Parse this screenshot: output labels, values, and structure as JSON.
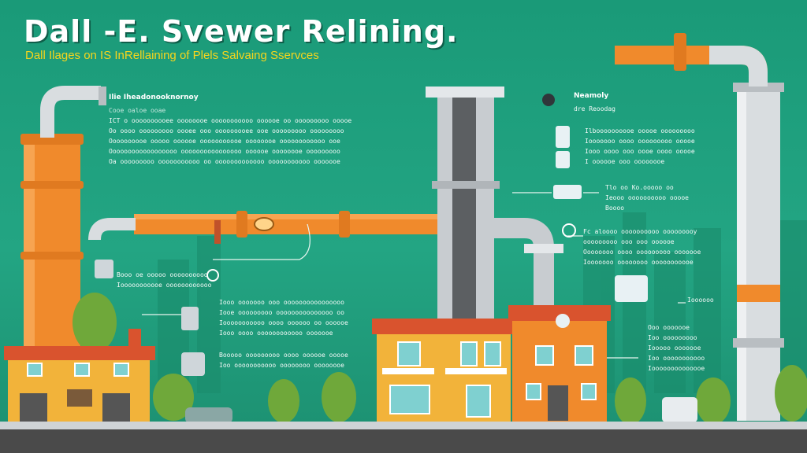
{
  "header": {
    "title": "Dall -E. Svewer Relining.",
    "subtitle": "Dall Ilages on IS InRellaining of Plels Salvaing Sservces"
  },
  "blocks": {
    "left_top": {
      "heading": "Ilie Iheadonooknornoy",
      "lines": [
        "Cooe oaloe ooae",
        "ICT o oooooooooee oooooooe ooooooooooo oooooe oo ooooooooo ooooe",
        "Oo oooo ooooooooo oooee ooo ooooooooee ooe ooooooooo ooooooooo",
        "Oooooooooe ooooo oooooe ooooooooooe oooooooe oooooooooooo ooe",
        "Oooooooooooooooooo oooooooooooooooo oooooe oooooooe ooooooooo",
        "Oa ooooooooo ooooooooooo oo ooooooooooooo ooooooooooo ooooooe"
      ]
    },
    "left_mid": {
      "heading": "",
      "lines": [
        "Booo oe ooooo oooooooooo",
        "Iooooooooooe oooooooooooo"
      ]
    },
    "center_mid": {
      "heading": "",
      "lines": [
        "Iooo ooooooo ooo oooooooooooooooo",
        "Iooe ooooooooo ooooooooooooooo oo",
        "Iooooooooooo oooo oooooo oo oooooe",
        "Iooo oooo oooooooooooo ooooooe"
      ]
    },
    "center_low": {
      "heading": "",
      "lines": [
        "Booooo ooooooooo oooo oooooe ooooe",
        "Ioo ooooooooooo oooooooo oooooooe"
      ]
    },
    "right_top": {
      "heading": "Neamoly",
      "lines": [
        "dre Reoodag"
      ]
    },
    "right_mid1": {
      "heading": "",
      "lines": [
        "Ilboooooooooe ooooe ooooooooo",
        "Iooooooo oooo ooooooooo ooooe",
        "Iooo oooo ooo oooe oooo ooooe",
        "I oooooe ooo oooooooe"
      ]
    },
    "right_mid2": {
      "heading": "",
      "lines": [
        "Tlo oo  Ko.ooooo oo",
        "Ieooo  oooooooooo ooooe",
        "Boooo"
      ]
    },
    "right_mid3": {
      "heading": "",
      "lines": [
        "Fc aloooo oooooooooo ooooooooy",
        "ooooooooo ooo ooo oooooe",
        "Oooooooo oooo ooooooooo ooooooe",
        "Iooooooo oooooooo ooooooooooe"
      ]
    },
    "right_low1": {
      "heading": "",
      "lines": [
        "Ioooooo"
      ]
    },
    "right_low2": {
      "heading": "",
      "lines": [
        "Ooo  ooooooe",
        "Ioo ooooooooo",
        "Iooooo ooooooe",
        "Ioo ooooooooooo",
        "Ioooooooooooooe"
      ]
    }
  },
  "colors": {
    "background": "#1f9e7c",
    "pipe_orange": "#f08a2c",
    "pipe_grey": "#d9dde0",
    "roof_red": "#d9532e",
    "title_yellow": "#f6d51c",
    "ground": "#4a4a4a"
  }
}
